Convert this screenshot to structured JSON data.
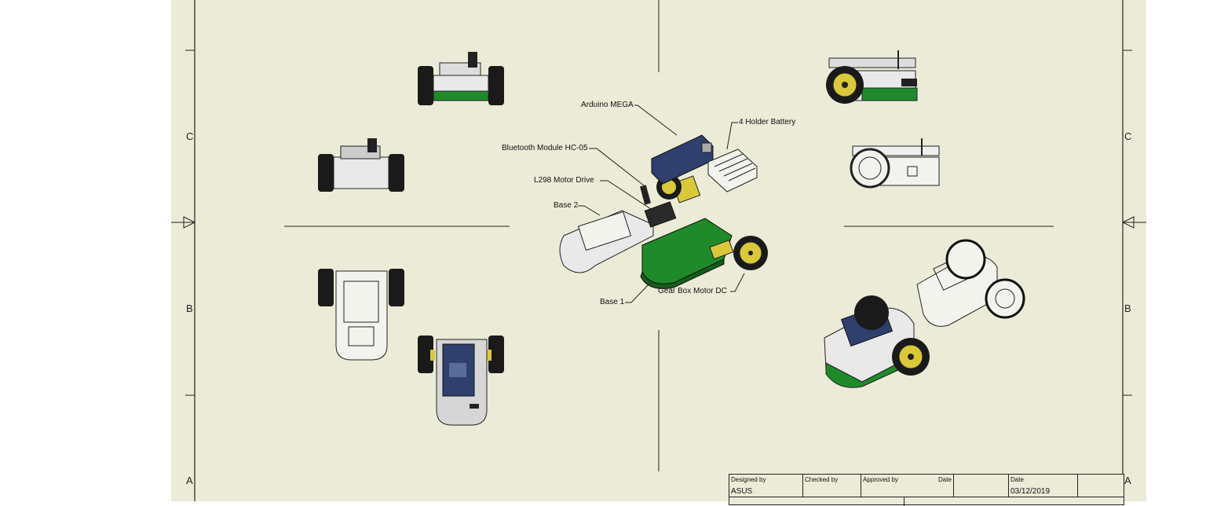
{
  "sheet": {
    "zone_labels": {
      "left_c": "C",
      "left_b": "B",
      "left_a": "A",
      "right_c": "C",
      "right_b": "B",
      "right_a": "A"
    }
  },
  "callouts": {
    "arduino": "Arduino MEGA",
    "battery": "4 Holder Battery",
    "bluetooth": "Bluetooth Module HC-05",
    "motor_drive": "L298 Motor Drive",
    "base2": "Base 2",
    "base1": "Base 1",
    "gearbox": "Gear Box Motor DC"
  },
  "title_block": {
    "designed_by_label": "Designed by",
    "designed_by_value": "ASUS",
    "checked_by_label": "Checked by",
    "approved_by_label": "Approved by",
    "date_label_1": "Date",
    "date_label_2": "Date",
    "date_value": "03/12/2019"
  },
  "colors": {
    "paper": "#ECEBD7",
    "chassis_green": "#1F8A2A",
    "pcb_blue": "#2F3F6E",
    "wheel_yellow": "#D9C83A",
    "tire": "#1A1A1A",
    "shell": "#E9E9EA"
  }
}
